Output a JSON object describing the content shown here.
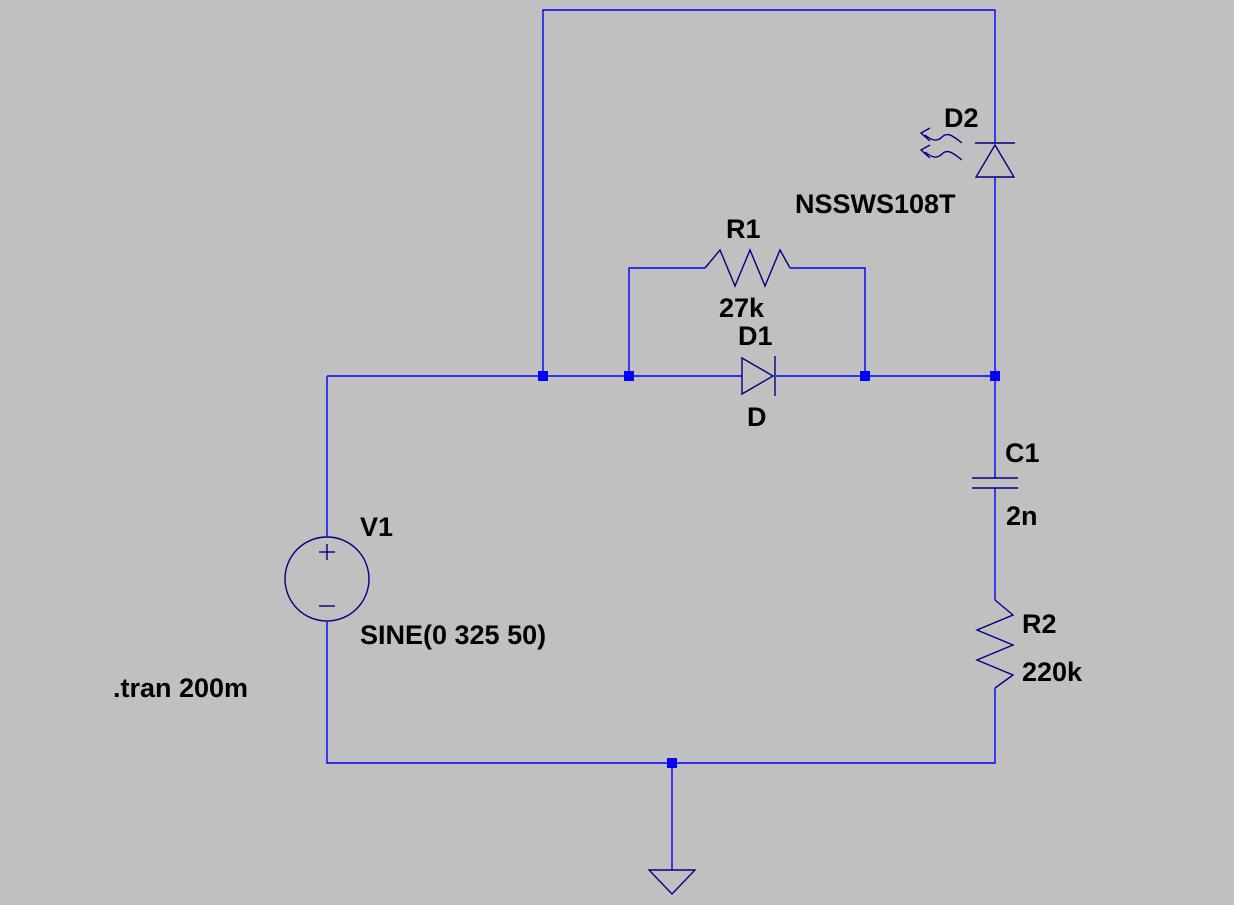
{
  "components": {
    "v1": {
      "name": "V1",
      "value": "SINE(0 325 50)"
    },
    "r1": {
      "name": "R1",
      "value": "27k"
    },
    "d1": {
      "name": "D1",
      "value": "D"
    },
    "d2": {
      "name": "D2",
      "value": "NSSWS108T"
    },
    "c1": {
      "name": "C1",
      "value": "2n"
    },
    "r2": {
      "name": "R2",
      "value": "220k"
    }
  },
  "directive": ".tran 200m",
  "colors": {
    "background": "#c0c0c0",
    "wire": "#0000ff",
    "symbol": "#000080",
    "text": "#000000"
  }
}
